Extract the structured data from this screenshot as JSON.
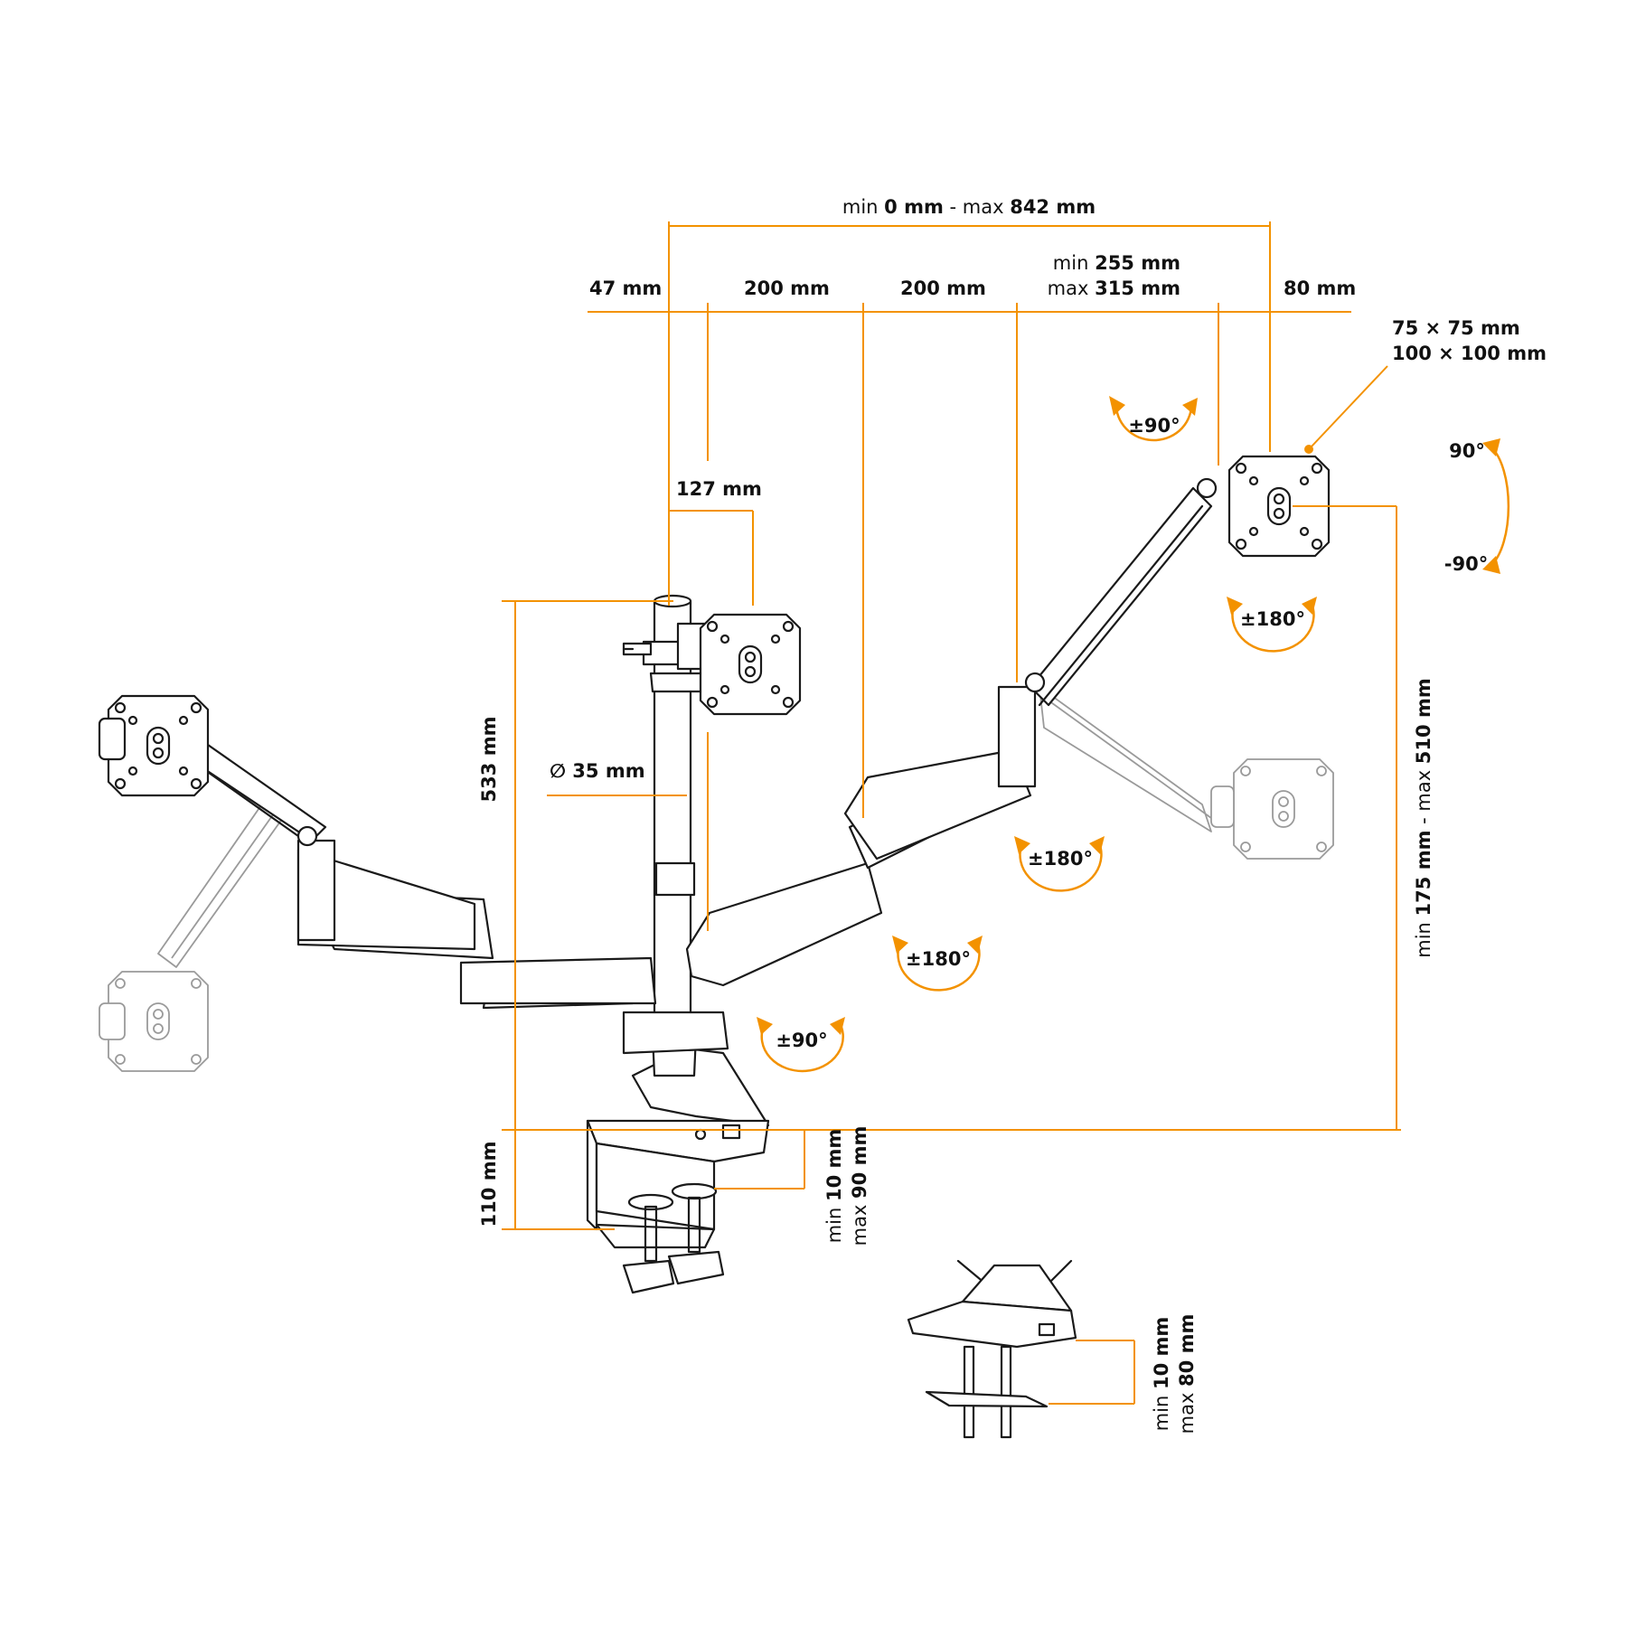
{
  "dimensions": {
    "span_min_prefix": "min ",
    "span_min_value": "0 mm",
    "span_sep": " - max ",
    "span_max_value": "842 mm",
    "seg_47": "47 mm",
    "seg_200_a": "200 mm",
    "seg_200_b": "200 mm",
    "seg_var_min_prefix": "min ",
    "seg_var_min_value": "255 mm",
    "seg_var_max_prefix": "max ",
    "seg_var_max_value": "315 mm",
    "seg_80": "80 mm",
    "offset_127": "127 mm",
    "pole_diameter": "∅ 35 mm",
    "pole_height": "533 mm",
    "base_height": "110 mm",
    "vesa_line1": "75 × 75 mm",
    "vesa_line2": "100 × 100 mm",
    "height_range_min_prefix": "min ",
    "height_range_min_value": "175 mm",
    "height_range_sep": " - max ",
    "height_range_max_value": "510 mm",
    "clamp_min_prefix": "min ",
    "clamp_min_value": "10 mm",
    "clamp_max_prefix": "max ",
    "clamp_max_value": "90 mm",
    "grommet_min_prefix": "min ",
    "grommet_min_value": "10 mm",
    "grommet_max_prefix": "max ",
    "grommet_max_value": "80 mm"
  },
  "rotations": {
    "top_swivel": "±90°",
    "tilt_up": "90°",
    "tilt_down": "-90°",
    "head_rotate": "±180°",
    "forearm_swivel": "±180°",
    "arm_swivel": "±180°",
    "base_swivel": "±90°"
  },
  "colors": {
    "accent": "#f39200",
    "line": "#1a1a1a",
    "ghost": "#9a9a9a"
  }
}
